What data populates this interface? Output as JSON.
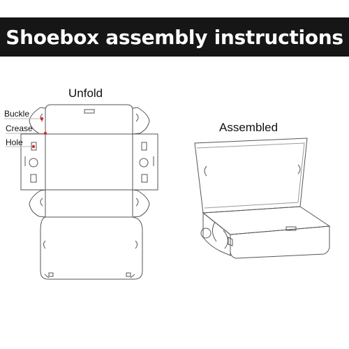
{
  "title": "Shoebox assembly instructions",
  "unfold_label": "Unfold",
  "assembled_label": "Assembled",
  "callouts": {
    "buckle": "Buckle",
    "crease": "Crease",
    "hole": "Hole"
  },
  "colors": {
    "banner_bg": "#161616",
    "banner_text": "#ffffff",
    "line": "#555555",
    "callout_red": "#e0242a"
  }
}
